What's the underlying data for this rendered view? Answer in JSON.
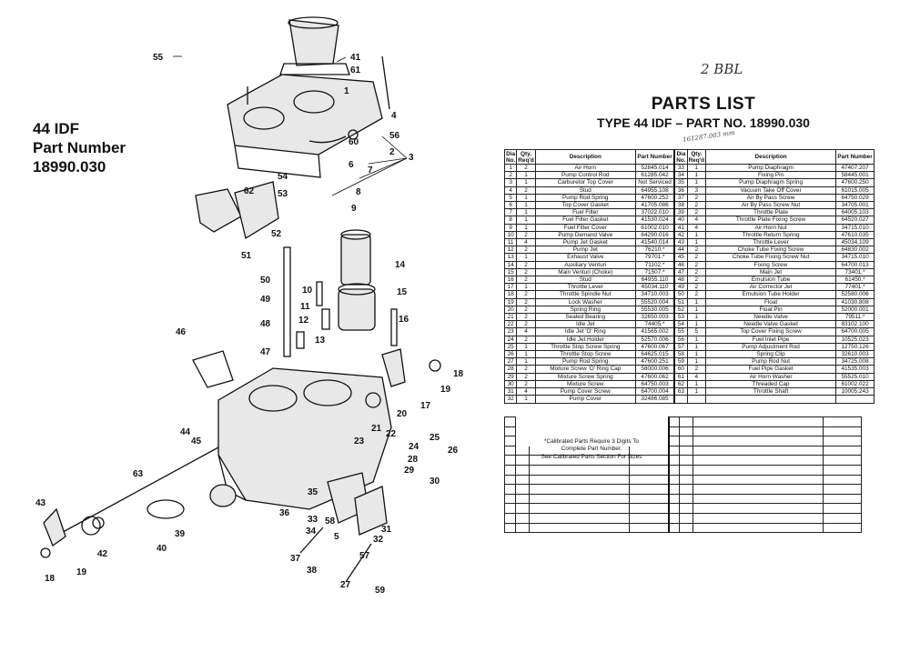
{
  "side_title": {
    "line1": "44 IDF",
    "line2": "Part Number",
    "line3": "18990.030"
  },
  "hand_note": "2 BBL",
  "hand_note_2": "161287.003 mm",
  "parts_list": {
    "title": "PARTS LIST",
    "subtitle": "TYPE 44 IDF  – PART NO. 18990.030",
    "headers": {
      "dia_no": "Dia No.",
      "qty": "Qty. Req'd",
      "description": "Description",
      "part_number": "Part Number"
    },
    "left": [
      [
        "1",
        "2",
        "Air Horn",
        "52845.014"
      ],
      [
        "2",
        "1",
        "Pump Control Rod",
        "61285.042"
      ],
      [
        "3",
        "1",
        "Carburetor Top Cover",
        "Not Serviced"
      ],
      [
        "4",
        "2",
        "Stud",
        "64955.108"
      ],
      [
        "5",
        "1",
        "Pump Rod Spring",
        "47600.252"
      ],
      [
        "6",
        "1",
        "Top Cover Gasket",
        "41705.086"
      ],
      [
        "7",
        "1",
        "Fuel Filter",
        "37022.010"
      ],
      [
        "8",
        "1",
        "Fuel Filter Gasket",
        "41530.024"
      ],
      [
        "9",
        "1",
        "Fuel Filter Cover",
        "61002.010"
      ],
      [
        "10",
        "2",
        "Pump Demand Valve",
        "64290.016"
      ],
      [
        "11",
        "4",
        "Pump Jet Gasket",
        "41540.014"
      ],
      [
        "12",
        "2",
        "Pump Jet",
        "76210.*"
      ],
      [
        "13",
        "1",
        "Exhaust Valve",
        "79701.*"
      ],
      [
        "14",
        "2",
        "Auxiliary Venturi",
        "71102.*"
      ],
      [
        "15",
        "2",
        "Main Venturi (Choke)",
        "71507.*"
      ],
      [
        "16",
        "2",
        "Stud",
        "64955.110"
      ],
      [
        "17",
        "1",
        "Throttle Lever",
        "45034.110"
      ],
      [
        "18",
        "2",
        "Throttle Spindle Nut",
        "34710.003"
      ],
      [
        "19",
        "2",
        "Lock Washer",
        "55520.004"
      ],
      [
        "20",
        "2",
        "Spring Ring",
        "55530.005"
      ],
      [
        "21",
        "2",
        "Sealed Bearing",
        "32650.003"
      ],
      [
        "22",
        "2",
        "Idle Jet",
        "74405.*"
      ],
      [
        "23",
        "4",
        "Idle Jet 'O' Ring",
        "41565.002"
      ],
      [
        "24",
        "2",
        "Idle Jet Holder",
        "52570.006"
      ],
      [
        "25",
        "1",
        "Throttle Stop Screw Spring",
        "47600.067"
      ],
      [
        "26",
        "1",
        "Throttle Stop Screw",
        "64625.015"
      ],
      [
        "27",
        "1",
        "Pump Rod Spring",
        "47600.251"
      ],
      [
        "28",
        "2",
        "Mixture Screw 'O' Ring Cap",
        "58000.006"
      ],
      [
        "29",
        "2",
        "Mixture Screw Spring",
        "47600.062"
      ],
      [
        "30",
        "2",
        "Mixture Screw",
        "64750.003"
      ],
      [
        "31",
        "4",
        "Pump Cover Screw",
        "64700.004"
      ],
      [
        "32",
        "1",
        "Pump Cover",
        "32486.085"
      ]
    ],
    "right": [
      [
        "33",
        "1",
        "Pump Diaphragm",
        "47407.207"
      ],
      [
        "34",
        "1",
        "Fixing Pin",
        "58445.001"
      ],
      [
        "35",
        "1",
        "Pump Diaphragm Spring",
        "47600.250"
      ],
      [
        "36",
        "3",
        "Vacuum Take Off Cover",
        "61015.005"
      ],
      [
        "37",
        "2",
        "Air By Pass Screw",
        "64750.029"
      ],
      [
        "38",
        "2",
        "Air By Pass Screw Nut",
        "34705.001"
      ],
      [
        "39",
        "2",
        "Throttle Plate",
        "64005.103"
      ],
      [
        "40",
        "4",
        "Throttle Plate Fixing Screw",
        "64520.027"
      ],
      [
        "41",
        "4",
        "Air Horn Nut",
        "34715.010"
      ],
      [
        "42",
        "1",
        "Throttle Return Spring",
        "47610.035"
      ],
      [
        "43",
        "1",
        "Throttle Lever",
        "45034.109"
      ],
      [
        "44",
        "2",
        "Choke Tube Fixing Screw",
        "64830.002"
      ],
      [
        "45",
        "2",
        "Choke Tube Fixing Screw Nut",
        "34715.010"
      ],
      [
        "46",
        "2",
        "Fixing Screw",
        "64700.013"
      ],
      [
        "47",
        "2",
        "Main Jet",
        "73401.*"
      ],
      [
        "48",
        "2",
        "Emulsion Tube",
        "61450.*"
      ],
      [
        "49",
        "2",
        "Air Corrector Jet",
        "77401.*"
      ],
      [
        "50",
        "2",
        "Emulsion Tube Holder",
        "52580.006"
      ],
      [
        "51",
        "1",
        "Float",
        "41030.808"
      ],
      [
        "52",
        "1",
        "Float Pin",
        "52000.001"
      ],
      [
        "53",
        "1",
        "Needle Valve",
        "79511.*"
      ],
      [
        "54",
        "1",
        "Needle Valve Gasket",
        "83102.100"
      ],
      [
        "55",
        "5",
        "Top Cover Fixing Screw",
        "64700.005"
      ],
      [
        "56",
        "1",
        "Fuel Inlet Pipe",
        "10525.023"
      ],
      [
        "57",
        "1",
        "Pump Adjustment Rod",
        "12750.126"
      ],
      [
        "58",
        "1",
        "Spring Clip",
        "32610.003"
      ],
      [
        "59",
        "1",
        "Pump Rod Nut",
        "34725.008"
      ],
      [
        "60",
        "2",
        "Fuel Pipe Gasket",
        "41535.003"
      ],
      [
        "61",
        "4",
        "Air Horn Washer",
        "55525.010"
      ],
      [
        "62",
        "1",
        "Threaded Cap",
        "61002.022"
      ],
      [
        "63",
        "1",
        "Throttle Shaft",
        "10005.243"
      ],
      [
        "",
        "",
        "",
        ""
      ]
    ],
    "notes": [
      "*Calibrated Parts Require 3 Digits To",
      "Complete Part Number.",
      "See Calibrated Parts Section For Sizes"
    ]
  },
  "callouts": [
    "55",
    "41",
    "61",
    "1",
    "4",
    "56",
    "60",
    "3",
    "2",
    "6",
    "7",
    "54",
    "53",
    "8",
    "9",
    "62",
    "52",
    "51",
    "14",
    "50",
    "10",
    "11",
    "15",
    "49",
    "12",
    "16",
    "48",
    "13",
    "47",
    "46",
    "18",
    "19",
    "17",
    "20",
    "21",
    "22",
    "23",
    "24",
    "25",
    "26",
    "44",
    "45",
    "28",
    "29",
    "30",
    "63",
    "35",
    "33",
    "34",
    "58",
    "36",
    "5",
    "31",
    "32",
    "43",
    "42",
    "40",
    "39",
    "37",
    "38",
    "57",
    "27",
    "18",
    "19",
    "59"
  ]
}
